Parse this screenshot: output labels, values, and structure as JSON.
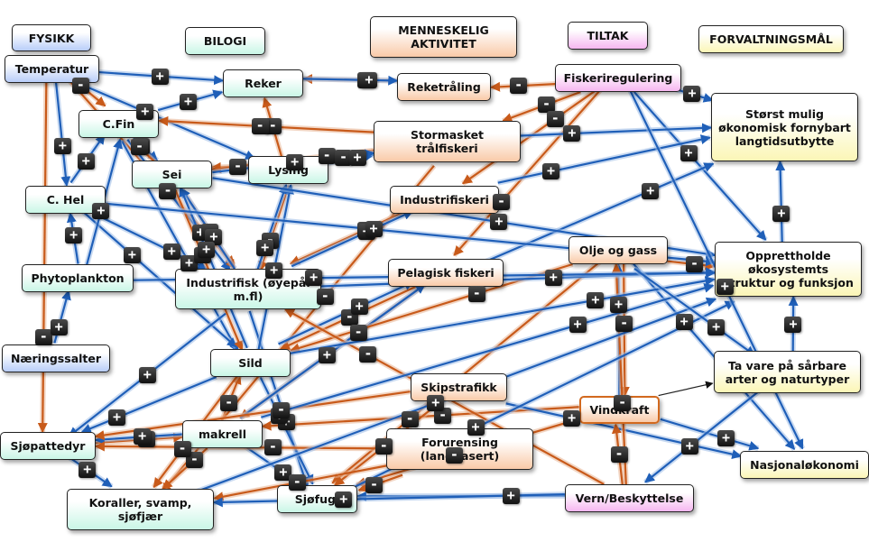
{
  "colors": {
    "positive": "#1f5fb8",
    "positive_halo": "#9dbbe6",
    "negative": "#c85a1a",
    "negative_halo": "#e8b594",
    "neutral": "#222222"
  },
  "categories": [
    {
      "id": "fysikk",
      "label": "FYSIKK",
      "style": "phys"
    },
    {
      "id": "bilogi",
      "label": "BILOGI",
      "style": "bio"
    },
    {
      "id": "menneskelig",
      "label": "MENNESKELIG AKTIVITET",
      "style": "human"
    },
    {
      "id": "tiltak",
      "label": "TILTAK",
      "style": "tiltak"
    },
    {
      "id": "forvaltning",
      "label": "FORVALTNINGSMÅL",
      "style": "goal"
    }
  ],
  "nodes": [
    {
      "id": "temperatur",
      "label": "Temperatur",
      "category": "fysikk"
    },
    {
      "id": "naeringssalter",
      "label": "Næringssalter",
      "category": "fysikk"
    },
    {
      "id": "reker",
      "label": "Reker",
      "category": "bilogi"
    },
    {
      "id": "cfin",
      "label": "C.Fin",
      "category": "bilogi"
    },
    {
      "id": "sei",
      "label": "Sei",
      "category": "bilogi"
    },
    {
      "id": "lysing",
      "label": "Lysing",
      "category": "bilogi"
    },
    {
      "id": "chel",
      "label": "C. Hel",
      "category": "bilogi"
    },
    {
      "id": "phytoplankton",
      "label": "Phytoplankton",
      "category": "bilogi"
    },
    {
      "id": "industrifisk",
      "label": "Industrifisk (øyepål m.fl)",
      "category": "bilogi"
    },
    {
      "id": "sild",
      "label": "Sild",
      "category": "bilogi"
    },
    {
      "id": "makrell",
      "label": "makrell",
      "category": "bilogi"
    },
    {
      "id": "sjopattedyr",
      "label": "Sjøpattedyr",
      "category": "bilogi"
    },
    {
      "id": "koraller",
      "label": "Koraller, svamp, sjøfjær",
      "category": "bilogi"
    },
    {
      "id": "sjofugl",
      "label": "Sjøfugl",
      "category": "bilogi"
    },
    {
      "id": "reketraling",
      "label": "Reketråling",
      "category": "menneskelig"
    },
    {
      "id": "stormasket",
      "label": "Stormasket trålfiskeri",
      "category": "menneskelig"
    },
    {
      "id": "industrifiskeri",
      "label": "Industrifiskeri",
      "category": "menneskelig"
    },
    {
      "id": "pelagisk",
      "label": "Pelagisk fiskeri",
      "category": "menneskelig"
    },
    {
      "id": "oljegass",
      "label": "Olje og gass",
      "category": "menneskelig"
    },
    {
      "id": "skipstrafikk",
      "label": "Skipstrafikk",
      "category": "menneskelig"
    },
    {
      "id": "forurensing",
      "label": "Forurensing (landbasert)",
      "category": "menneskelig"
    },
    {
      "id": "vindkraft",
      "label": "Vindkraft",
      "category": "menneskelig",
      "highlighted": true
    },
    {
      "id": "fiskeriregulering",
      "label": "Fiskeriregulering",
      "category": "tiltak"
    },
    {
      "id": "vern",
      "label": "Vern/Beskyttelse",
      "category": "tiltak"
    },
    {
      "id": "storst",
      "label": "Størst mulig økonomisk fornybart langtidsutbytte",
      "category": "forvaltning"
    },
    {
      "id": "opprettholde",
      "label": "Opprettholde økosystemts struktur og funksjon",
      "category": "forvaltning"
    },
    {
      "id": "tavare",
      "label": "Ta vare på  sårbare arter og naturtyper",
      "category": "forvaltning"
    },
    {
      "id": "nasjonal",
      "label": "Nasjonaløkonomi",
      "category": "forvaltning"
    }
  ],
  "edges": [
    {
      "from": "temperatur",
      "to": "cfin",
      "sign": "-"
    },
    {
      "from": "temperatur",
      "to": "chel",
      "sign": "+"
    },
    {
      "from": "temperatur",
      "to": "reker",
      "sign": "+"
    },
    {
      "from": "temperatur",
      "to": "lysing",
      "sign": "+"
    },
    {
      "from": "temperatur",
      "to": "sjopattedyr",
      "sign": "-"
    },
    {
      "from": "temperatur",
      "to": "industrifisk",
      "sign": "-"
    },
    {
      "from": "cfin",
      "to": "reker",
      "sign": "+"
    },
    {
      "from": "cfin",
      "to": "sei",
      "sign": "+"
    },
    {
      "from": "cfin",
      "to": "industrifisk",
      "sign": "+"
    },
    {
      "from": "cfin",
      "to": "sild",
      "sign": "+"
    },
    {
      "from": "chel",
      "to": "cfin",
      "sign": "+"
    },
    {
      "from": "chel",
      "to": "sild",
      "sign": "+"
    },
    {
      "from": "chel",
      "to": "industrifisk",
      "sign": "+"
    },
    {
      "from": "phytoplankton",
      "to": "chel",
      "sign": "+"
    },
    {
      "from": "phytoplankton",
      "to": "cfin",
      "sign": "+"
    },
    {
      "from": "naeringssalter",
      "to": "phytoplankton",
      "sign": "+"
    },
    {
      "from": "sei",
      "to": "cfin",
      "sign": "-"
    },
    {
      "from": "sei",
      "to": "industrifisk",
      "sign": "-"
    },
    {
      "from": "sei",
      "to": "sild",
      "sign": "-"
    },
    {
      "from": "lysing",
      "to": "sei",
      "sign": "-"
    },
    {
      "from": "lysing",
      "to": "industrifisk",
      "sign": "-"
    },
    {
      "from": "lysing",
      "to": "reker",
      "sign": "-"
    },
    {
      "from": "industrifisk",
      "to": "sei",
      "sign": "+"
    },
    {
      "from": "industrifisk",
      "to": "lysing",
      "sign": "+"
    },
    {
      "from": "industrifisk",
      "to": "sjofugl",
      "sign": "+"
    },
    {
      "from": "industrifisk",
      "to": "sjopattedyr",
      "sign": "+"
    },
    {
      "from": "sild",
      "to": "sjofugl",
      "sign": "+"
    },
    {
      "from": "sild",
      "to": "sjopattedyr",
      "sign": "+"
    },
    {
      "from": "sild",
      "to": "sei",
      "sign": "+"
    },
    {
      "from": "sild",
      "to": "lysing",
      "sign": "+"
    },
    {
      "from": "makrell",
      "to": "sild",
      "sign": "-"
    },
    {
      "from": "makrell",
      "to": "sjofugl",
      "sign": "+"
    },
    {
      "from": "sjopattedyr",
      "to": "makrell",
      "sign": "-"
    },
    {
      "from": "makrell",
      "to": "sjopattedyr",
      "sign": "+"
    },
    {
      "from": "reketraling",
      "to": "reker",
      "sign": "-"
    },
    {
      "from": "reker",
      "to": "reketraling",
      "sign": "+"
    },
    {
      "from": "fiskeriregulering",
      "to": "reketraling",
      "sign": "-"
    },
    {
      "from": "fiskeriregulering",
      "to": "stormasket",
      "sign": "-"
    },
    {
      "from": "fiskeriregulering",
      "to": "industrifiskeri",
      "sign": "-"
    },
    {
      "from": "fiskeriregulering",
      "to": "pelagisk",
      "sign": "-"
    },
    {
      "from": "fiskeriregulering",
      "to": "storst",
      "sign": "+"
    },
    {
      "from": "fiskeriregulering",
      "to": "opprettholde",
      "sign": "+"
    },
    {
      "from": "stormasket",
      "to": "sei",
      "sign": "-"
    },
    {
      "from": "stormasket",
      "to": "lysing",
      "sign": "-"
    },
    {
      "from": "stormasket",
      "to": "cfin",
      "sign": "-"
    },
    {
      "from": "stormasket",
      "to": "koraller",
      "sign": "-"
    },
    {
      "from": "stormasket",
      "to": "storst",
      "sign": "+"
    },
    {
      "from": "lysing",
      "to": "stormasket",
      "sign": "+"
    },
    {
      "from": "sei",
      "to": "stormasket",
      "sign": "+"
    },
    {
      "from": "industrifiskeri",
      "to": "industrifisk",
      "sign": "-"
    },
    {
      "from": "industrifiskeri",
      "to": "storst",
      "sign": "+"
    },
    {
      "from": "industrifisk",
      "to": "industrifiskeri",
      "sign": "+"
    },
    {
      "from": "pelagisk",
      "to": "sild",
      "sign": "-"
    },
    {
      "from": "pelagisk",
      "to": "makrell",
      "sign": "-"
    },
    {
      "from": "pelagisk",
      "to": "storst",
      "sign": "+"
    },
    {
      "from": "sild",
      "to": "pelagisk",
      "sign": "+"
    },
    {
      "from": "makrell",
      "to": "pelagisk",
      "sign": "+"
    },
    {
      "from": "oljegass",
      "to": "sild",
      "sign": "-"
    },
    {
      "from": "oljegass",
      "to": "sjofugl",
      "sign": "-"
    },
    {
      "from": "oljegass",
      "to": "opprettholde",
      "sign": "-"
    },
    {
      "from": "oljegass",
      "to": "vindkraft",
      "sign": "-"
    },
    {
      "from": "oljegass",
      "to": "nasjonal",
      "sign": "+"
    },
    {
      "from": "vindkraft",
      "to": "oljegass",
      "sign": "+"
    },
    {
      "from": "vindkraft",
      "to": "sjofugl",
      "sign": "-"
    },
    {
      "from": "vindkraft",
      "to": "makrell",
      "sign": "-"
    },
    {
      "from": "vindkraft",
      "to": "tavare",
      "sign": ""
    },
    {
      "from": "vindkraft",
      "to": "nasjonal",
      "sign": "+"
    },
    {
      "from": "skipstrafikk",
      "to": "sjofugl",
      "sign": "-"
    },
    {
      "from": "skipstrafikk",
      "to": "sjopattedyr",
      "sign": "-"
    },
    {
      "from": "skipstrafikk",
      "to": "nasjonal",
      "sign": "+"
    },
    {
      "from": "forurensing",
      "to": "sjofugl",
      "sign": "-"
    },
    {
      "from": "forurensing",
      "to": "koraller",
      "sign": "-"
    },
    {
      "from": "forurensing",
      "to": "sjopattedyr",
      "sign": "-"
    },
    {
      "from": "vern",
      "to": "sjofugl",
      "sign": "+"
    },
    {
      "from": "vern",
      "to": "koraller",
      "sign": "+"
    },
    {
      "from": "vern",
      "to": "vindkraft",
      "sign": "-"
    },
    {
      "from": "vern",
      "to": "oljegass",
      "sign": "-"
    },
    {
      "from": "vern",
      "to": "industrifisk",
      "sign": "-"
    },
    {
      "from": "tavare",
      "to": "vern",
      "sign": "+"
    },
    {
      "from": "tavare",
      "to": "opprettholde",
      "sign": "+"
    },
    {
      "from": "opprettholde",
      "to": "storst",
      "sign": "+"
    },
    {
      "from": "sild",
      "to": "opprettholde",
      "sign": "+"
    },
    {
      "from": "industrifisk",
      "to": "opprettholde",
      "sign": "+"
    },
    {
      "from": "koraller",
      "to": "opprettholde",
      "sign": "+"
    },
    {
      "from": "sjofugl",
      "to": "opprettholde",
      "sign": "+"
    },
    {
      "from": "makrell",
      "to": "opprettholde",
      "sign": "+"
    },
    {
      "from": "sei",
      "to": "opprettholde",
      "sign": "+"
    },
    {
      "from": "chel",
      "to": "opprettholde",
      "sign": "+"
    },
    {
      "from": "phytoplankton",
      "to": "opprettholde",
      "sign": "+"
    },
    {
      "from": "oljegass",
      "to": "tavare",
      "sign": "+"
    },
    {
      "from": "fiskeriregulering",
      "to": "nasjonal",
      "sign": "+"
    },
    {
      "from": "sjopattedyr",
      "to": "koraller",
      "sign": "+"
    },
    {
      "from": "makrell",
      "to": "koraller",
      "sign": "-"
    },
    {
      "from": "sild",
      "to": "koraller",
      "sign": "-"
    }
  ]
}
